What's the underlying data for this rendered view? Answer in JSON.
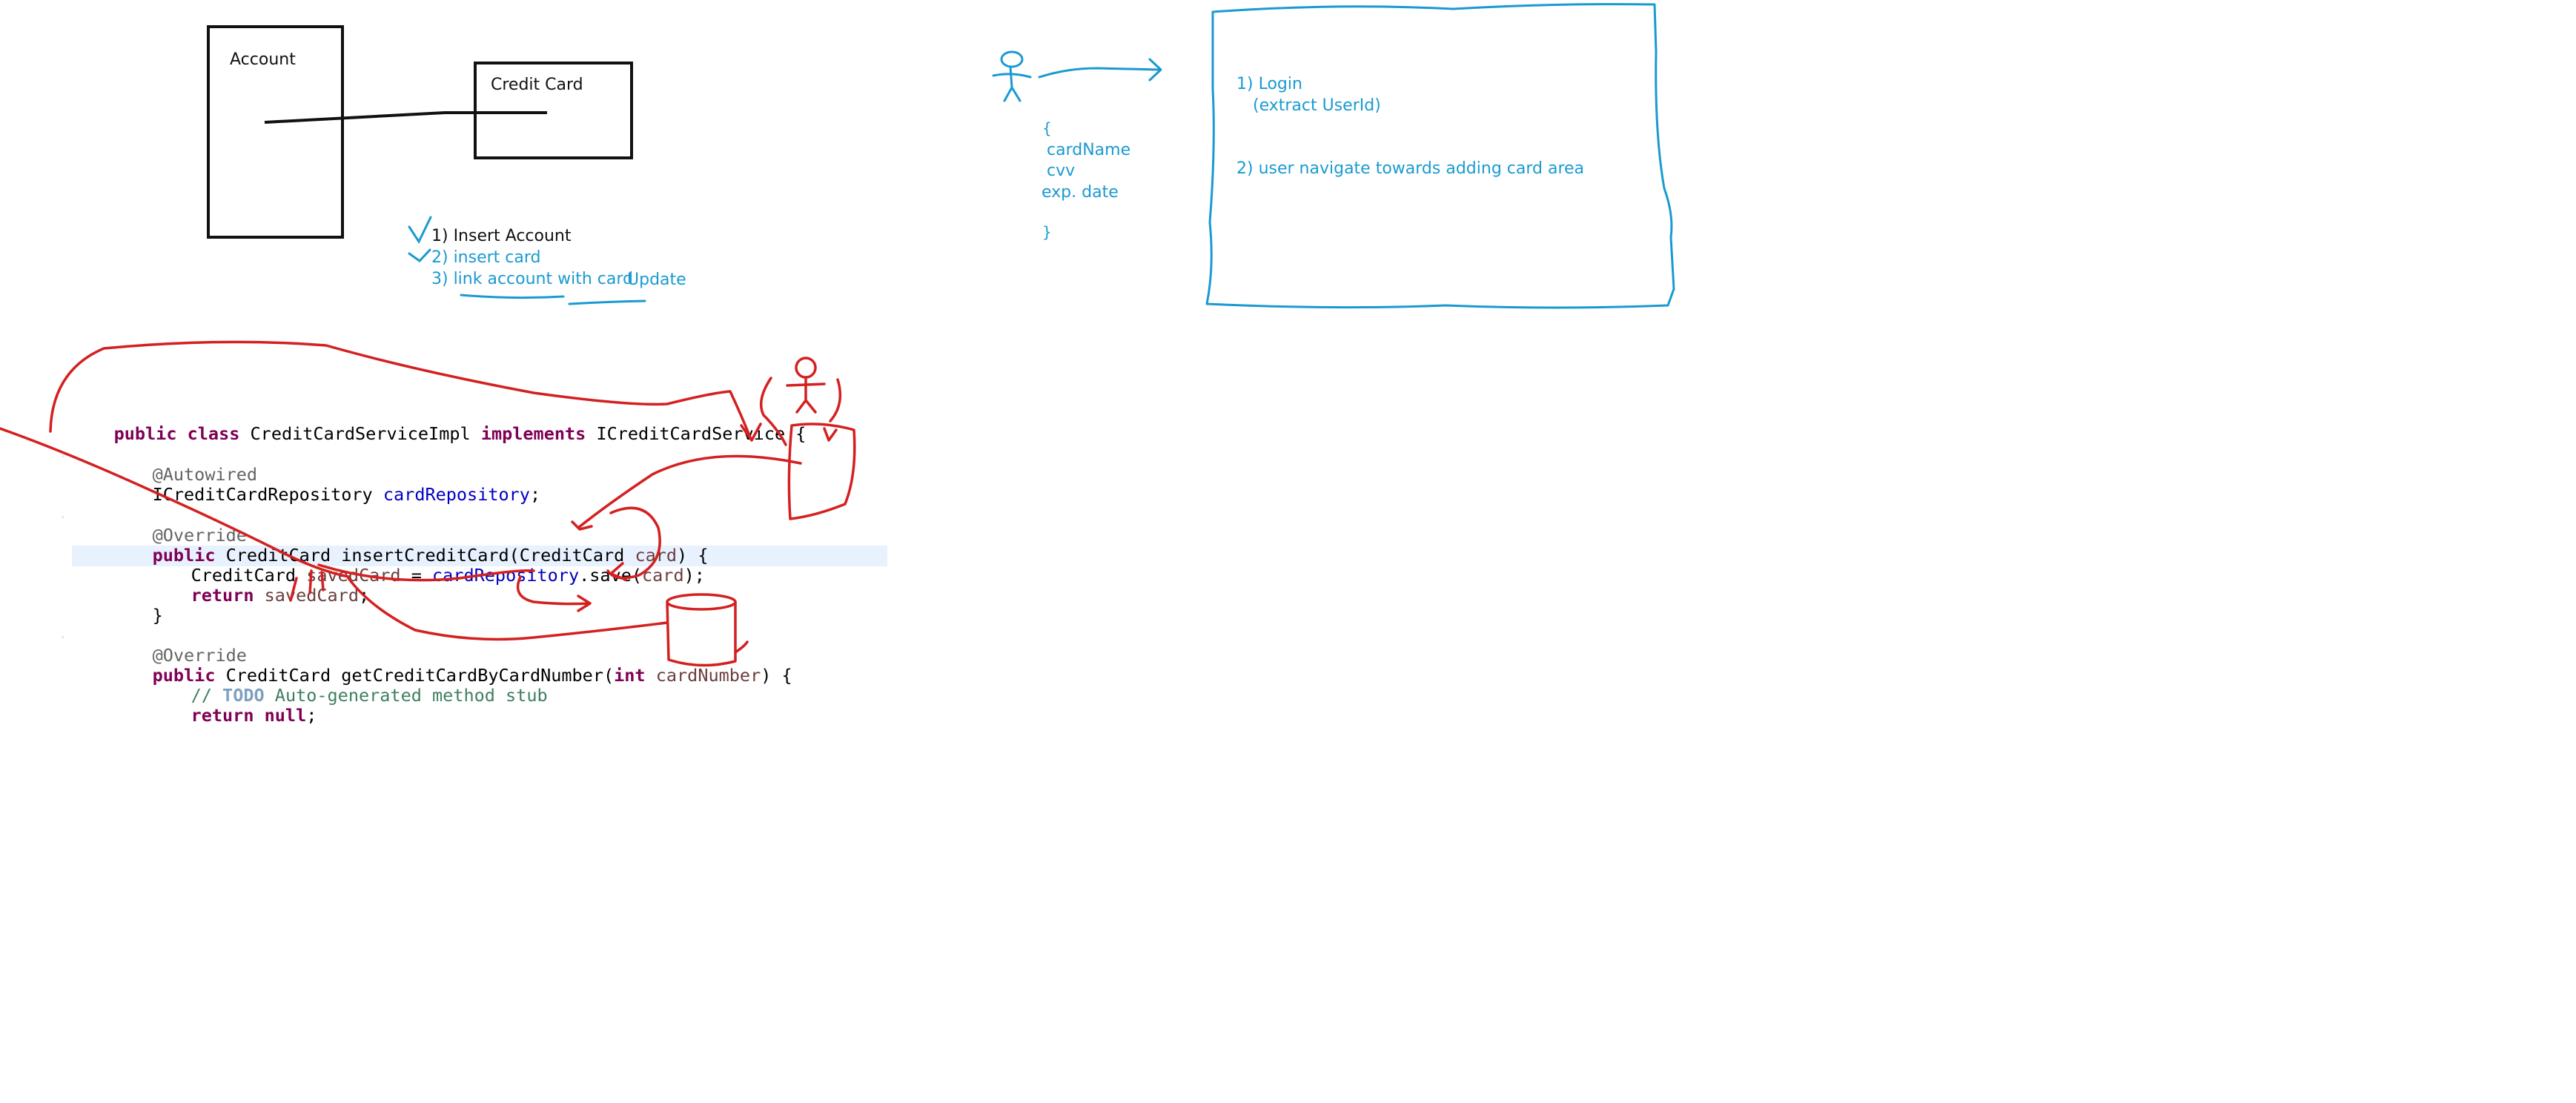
{
  "er_sketch": {
    "account_label": "Account",
    "credit_card_label": "Credit Card",
    "steps": [
      "1) Insert Account",
      "2) insert card",
      "3) link account with card"
    ],
    "update_label": "Update"
  },
  "flow_sketch": {
    "payload_lines": [
      "{",
      "cardName",
      "cvv",
      "exp. date",
      "}"
    ],
    "notes": [
      "1) Login",
      "(extract UserId)",
      "2) user navigate towards adding card area"
    ]
  },
  "code": {
    "class_decl": {
      "kw1": "public class",
      "name": "CreditCardServiceImpl",
      "kw2": "implements",
      "iface": "ICreditCardService {"
    },
    "autowired": "@Autowired",
    "repo_field": {
      "type": "ICreditCardRepository",
      "name": "cardRepository",
      "end": ";"
    },
    "override1": "@Override",
    "insert_sig": {
      "kw": "public",
      "rest": "CreditCard insertCreditCard(CreditCard",
      "param": "card",
      "end": ") {"
    },
    "save_line": {
      "type": "CreditCard",
      "var": "savedCard",
      "eq": " = ",
      "field": "cardRepository",
      "call": ".save(",
      "arg": "card",
      "end": ");"
    },
    "return1": {
      "kw": "return",
      "var": "savedCard",
      "end": ";"
    },
    "close1": "}",
    "override2": "@Override",
    "get_sig": {
      "kw": "public",
      "rest": "CreditCard getCreditCardByCardNumber(",
      "kw2": "int",
      "param": "cardNumber",
      "end": ") {"
    },
    "comment": {
      "slashes": "//",
      "todo": "TODO",
      "text": "Auto-generated method stub"
    },
    "return2": {
      "kw": "return",
      "kw2": "null",
      "end": ";"
    },
    "close2": "}"
  },
  "colors": {
    "black_ink": "#111111",
    "blue_ink": "#1a9ad0",
    "red_ink": "#d42020",
    "highlight": "#e8f2fe"
  }
}
